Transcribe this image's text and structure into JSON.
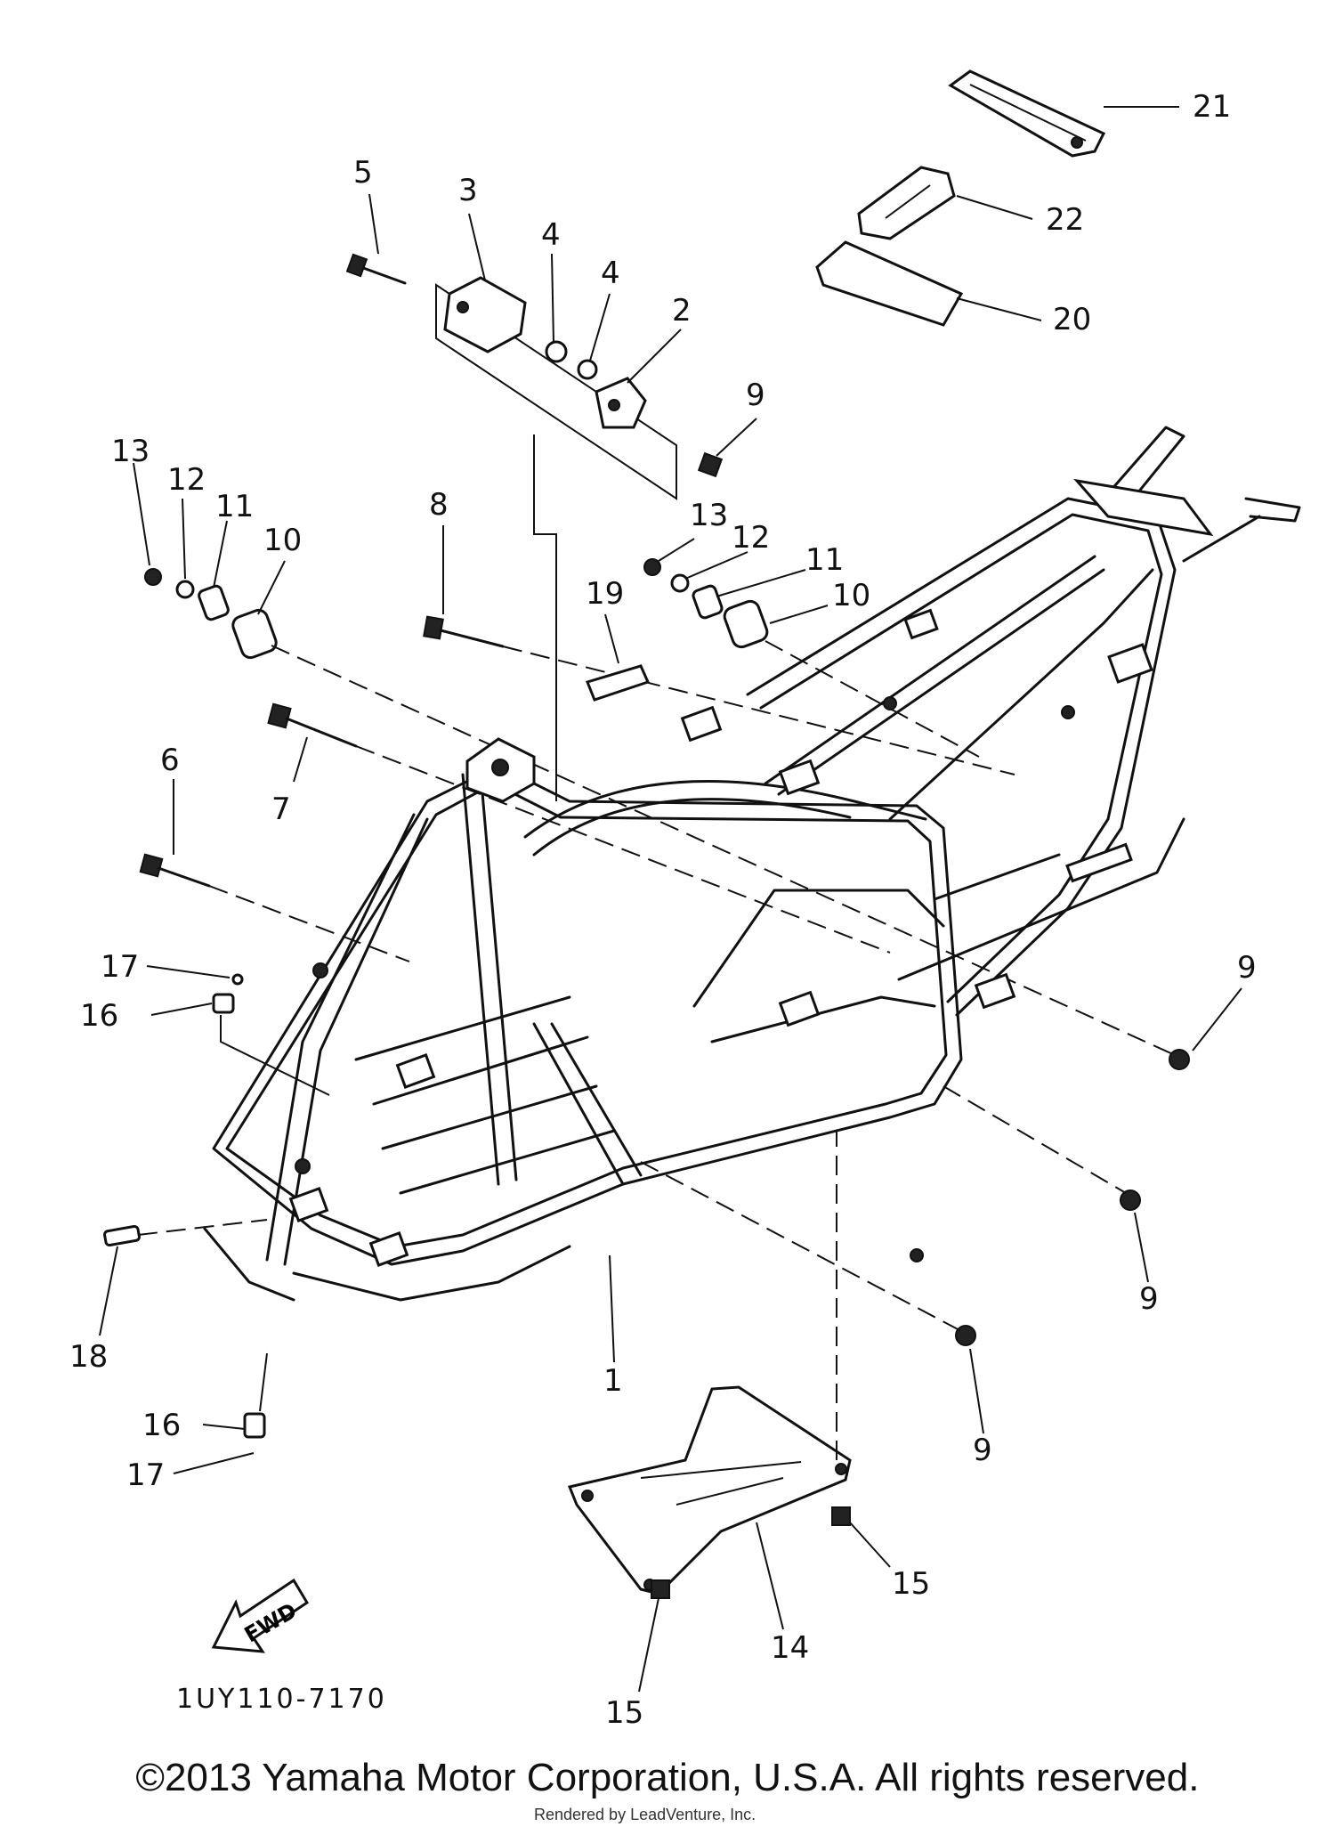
{
  "diagram": {
    "callouts": [
      "21",
      "22",
      "20",
      "5",
      "3",
      "4",
      "4",
      "2",
      "9",
      "13",
      "12",
      "11",
      "10",
      "8",
      "13",
      "12",
      "11",
      "10",
      "19",
      "7",
      "6",
      "17",
      "16",
      "9",
      "9",
      "18",
      "1",
      "9",
      "16",
      "17",
      "15",
      "14",
      "15"
    ],
    "drawing_code": "1UY110-7170",
    "fwd_label": "FWD"
  },
  "footer": {
    "copyright": "©2013 Yamaha Motor Corporation, U.S.A. All rights reserved.",
    "rendered_by": "Rendered by LeadVenture, Inc."
  }
}
